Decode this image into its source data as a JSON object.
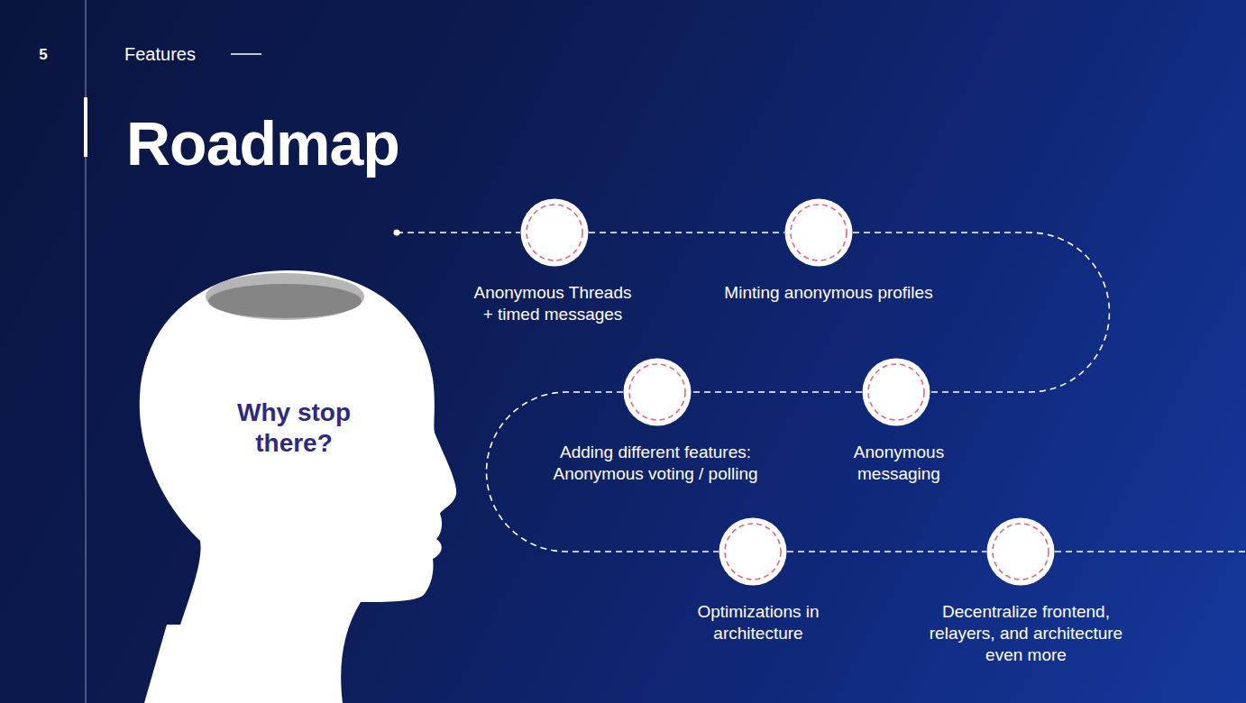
{
  "diagram": {
    "title": "Roadmap",
    "nodes": [
      {
        "text": [
          "Anonymous Threads + timed messages"
        ]
      },
      {
        "text": [
          "Minting anonymous profiles"
        ]
      },
      {
        "text": [
          "Anonymous messaging"
        ]
      },
      {
        "text": [
          "Adding different features: Anonymous voting / polling"
        ]
      },
      {
        "text": [
          "Optimizations in architecture"
        ]
      },
      {
        "text": [
          "Decentralize frontend, relayers, and architecture even more"
        ]
      },
      {
        "text": [
          "Why stop there?"
        ]
      }
    ],
    "edges": [
      {
        "from": 0,
        "to": 1,
        "arrow": "none"
      },
      {
        "from": 1,
        "to": 2,
        "arrow": "none"
      },
      {
        "from": 2,
        "to": 3,
        "arrow": "none"
      },
      {
        "from": 3,
        "to": 4,
        "arrow": "none"
      },
      {
        "from": 4,
        "to": 5,
        "arrow": "none"
      }
    ],
    "labels": [
      "5",
      "Features"
    ]
  }
}
